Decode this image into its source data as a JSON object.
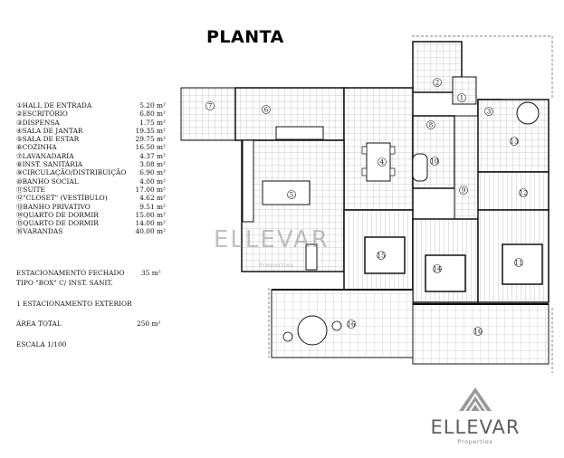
{
  "title": "PLANTA",
  "legend": [
    {
      "label": "①HALL DE ENTRADA",
      "area": "5.20 m²"
    },
    {
      "label": "②ESCRITÓRIO",
      "area": "6.80 m²"
    },
    {
      "label": "③DISPENSA",
      "area": "1.75 m²"
    },
    {
      "label": "④SALA DE JANTAR",
      "area": "19.35 m²"
    },
    {
      "label": "⑤SALA DE ESTAR",
      "area": "29.75 m²"
    },
    {
      "label": "⑥COZINHA",
      "area": "16.50 m²"
    },
    {
      "label": "⑦LAVANADARIA",
      "area": "4.37 m²"
    },
    {
      "label": "⑧INST. SANITÁRIA",
      "area": "3.08 m²"
    },
    {
      "label": "⑨CIRCULAÇÃO/DISTRIBUIÇÃO",
      "area": "6.90 m²"
    },
    {
      "label": "⑩BANHO SOCIAL",
      "area": "4.00 m²"
    },
    {
      "label": "⑪SUITE",
      "area": "17.00 m²"
    },
    {
      "label": "⑫\"CLOSET\" (VESTÍBULO)",
      "area": "4.62 m²"
    },
    {
      "label": "⑬BANHO PRIVATIVO",
      "area": "9.51 m²"
    },
    {
      "label": "⑭QUARTO DE DORMIR",
      "area": "15.00 m²"
    },
    {
      "label": "⑮QUARTO DE DORMIR",
      "area": "14.00 m²"
    },
    {
      "label": "⑯VARANDAS",
      "area": "40.00 m²"
    }
  ],
  "parking": {
    "line1": "ESTACIONAMENTO FECHADO",
    "line1_value": "35 m²",
    "line2": "TIPO \"BOX\" C/ INST. SANIT."
  },
  "exterior_parking": "1 ESTACIONAMENTO EXTERIOR",
  "total": {
    "label": "ÁREA TOTAL",
    "value": "250 m²"
  },
  "scale": "ESCALA 1/100",
  "room_numbers": [
    "1",
    "2",
    "3",
    "4",
    "5",
    "6",
    "7",
    "8",
    "9",
    "10",
    "11",
    "12",
    "13",
    "14",
    "15",
    "16",
    "16"
  ],
  "watermark": {
    "name": "ELLEVAR",
    "sub": "Properties"
  },
  "logo": {
    "name": "ELLEVAR",
    "sub": "Properties"
  }
}
